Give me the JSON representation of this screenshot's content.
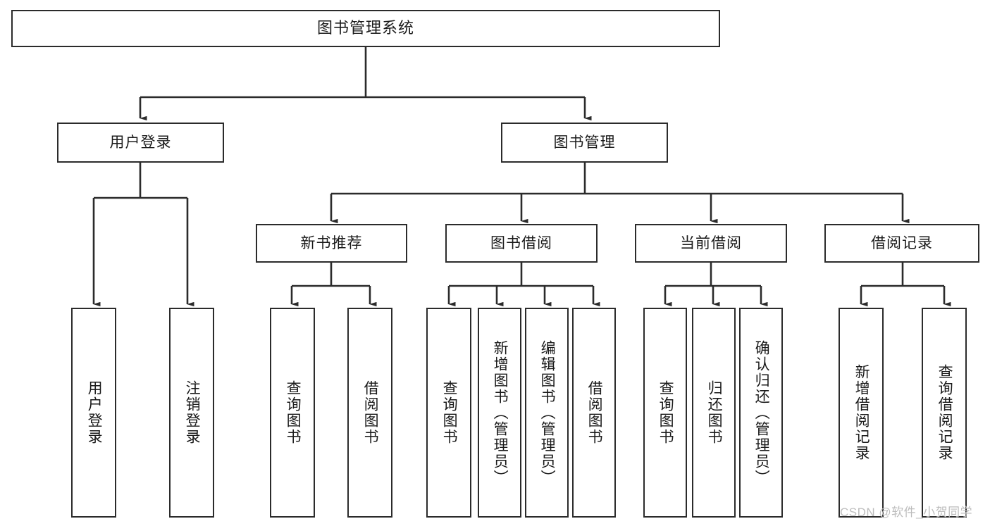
{
  "diagram": {
    "type": "tree",
    "title": "图书管理系统",
    "orientation": "top-down",
    "colors": {
      "node_border": "#2b2b2b",
      "node_fill": "#ffffff",
      "edge": "#2b2b2b",
      "text": "#1a1a1a",
      "watermark": "#bdbdbd"
    },
    "root": {
      "label": "图书管理系统"
    },
    "level2": [
      {
        "id": "user-login",
        "label": "用户登录"
      },
      {
        "id": "book-management",
        "label": "图书管理"
      }
    ],
    "level3": [
      {
        "id": "new-book-recommend",
        "label": "新书推荐"
      },
      {
        "id": "book-borrow",
        "label": "图书借阅"
      },
      {
        "id": "current-borrow",
        "label": "当前借阅"
      },
      {
        "id": "borrow-record",
        "label": "借阅记录"
      }
    ],
    "leaves": {
      "user_login": [
        {
          "id": "leaf-user-login",
          "label": "用户登录"
        },
        {
          "id": "leaf-logout",
          "label": "注销登录"
        }
      ],
      "new_book_recommend": [
        {
          "id": "leaf-query-book-1",
          "label": "查询图书"
        },
        {
          "id": "leaf-borrow-book-1",
          "label": "借阅图书"
        }
      ],
      "book_borrow": [
        {
          "id": "leaf-query-book-2",
          "label": "查询图书"
        },
        {
          "id": "leaf-add-book",
          "label": "新增图书（管理员）"
        },
        {
          "id": "leaf-edit-book",
          "label": "编辑图书（管理员）"
        },
        {
          "id": "leaf-borrow-book-2",
          "label": "借阅图书"
        }
      ],
      "current_borrow": [
        {
          "id": "leaf-query-book-3",
          "label": "查询图书"
        },
        {
          "id": "leaf-return-book",
          "label": "归还图书"
        },
        {
          "id": "leaf-confirm-return",
          "label": "确认归还（管理员）"
        }
      ],
      "borrow_record": [
        {
          "id": "leaf-add-record",
          "label": "新增借阅记录"
        },
        {
          "id": "leaf-query-record",
          "label": "查询借阅记录"
        }
      ]
    }
  },
  "watermark": {
    "text": "CSDN @软件_小贺同学"
  }
}
